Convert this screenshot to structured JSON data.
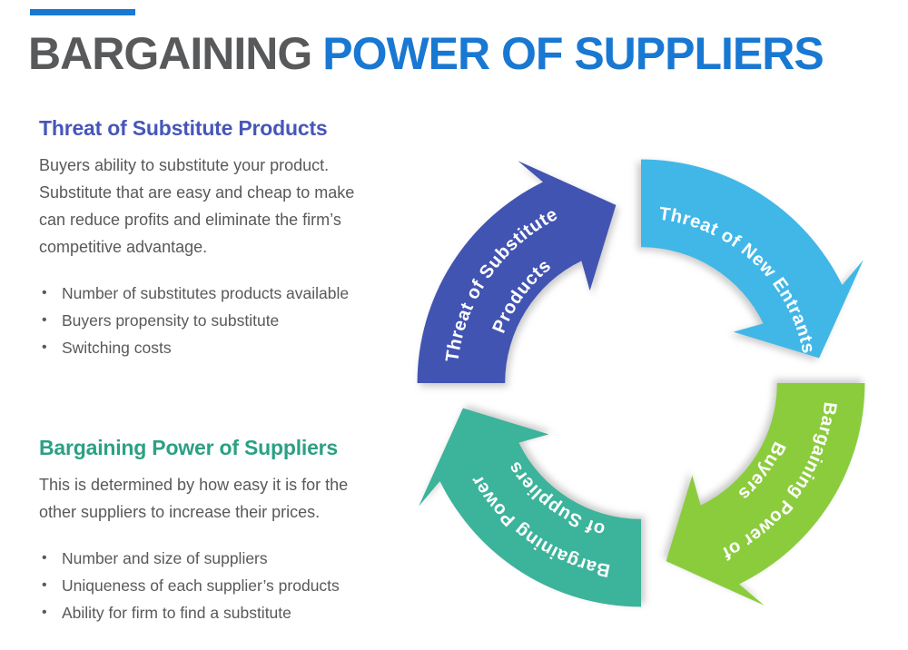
{
  "title": {
    "part1": "BARGAINING",
    "part2": "POWER OF SUPPLIERS",
    "part1_color": "#58595B",
    "part2_color": "#1878D2",
    "accent_bar_color": "#1878D2"
  },
  "sections": [
    {
      "heading": "Threat of Substitute Products",
      "heading_color": "#4656B8",
      "body": "Buyers ability to substitute your product. Substitute that are easy and cheap to make can reduce profits and eliminate the firm’s competitive advantage.",
      "bullets": [
        "Number of substitutes products available",
        "Buyers propensity to substitute",
        "Switching costs"
      ]
    },
    {
      "heading": "Bargaining Power of Suppliers",
      "heading_color": "#2BA084",
      "body": "This is determined by how easy it is for the other suppliers to increase their prices.",
      "bullets": [
        "Number and size of suppliers",
        "Uniqueness of each supplier’s products",
        "Ability for firm to find a substitute"
      ]
    }
  ],
  "diagram": {
    "type": "cycle-arrows",
    "rotation": "clockwise",
    "segments": [
      {
        "position": "top-left",
        "label": "Threat of Substitute Products",
        "lines": [
          "Threat of Substitute",
          "Products"
        ],
        "color": "#4254B2"
      },
      {
        "position": "top-right",
        "label": "Threat of New Entrants",
        "lines": [
          "Threat of New Entrants"
        ],
        "color": "#41B7E8"
      },
      {
        "position": "bottom-right",
        "label": "Bargaining Power of Buyers",
        "lines": [
          "Bargaining Power of",
          "Buyers"
        ],
        "color": "#8BCC3D"
      },
      {
        "position": "bottom-left",
        "label": "Bargaining Power of Suppliers",
        "lines": [
          "Bargaining Power",
          "of Suppliers"
        ],
        "color": "#3CB39B"
      }
    ]
  }
}
